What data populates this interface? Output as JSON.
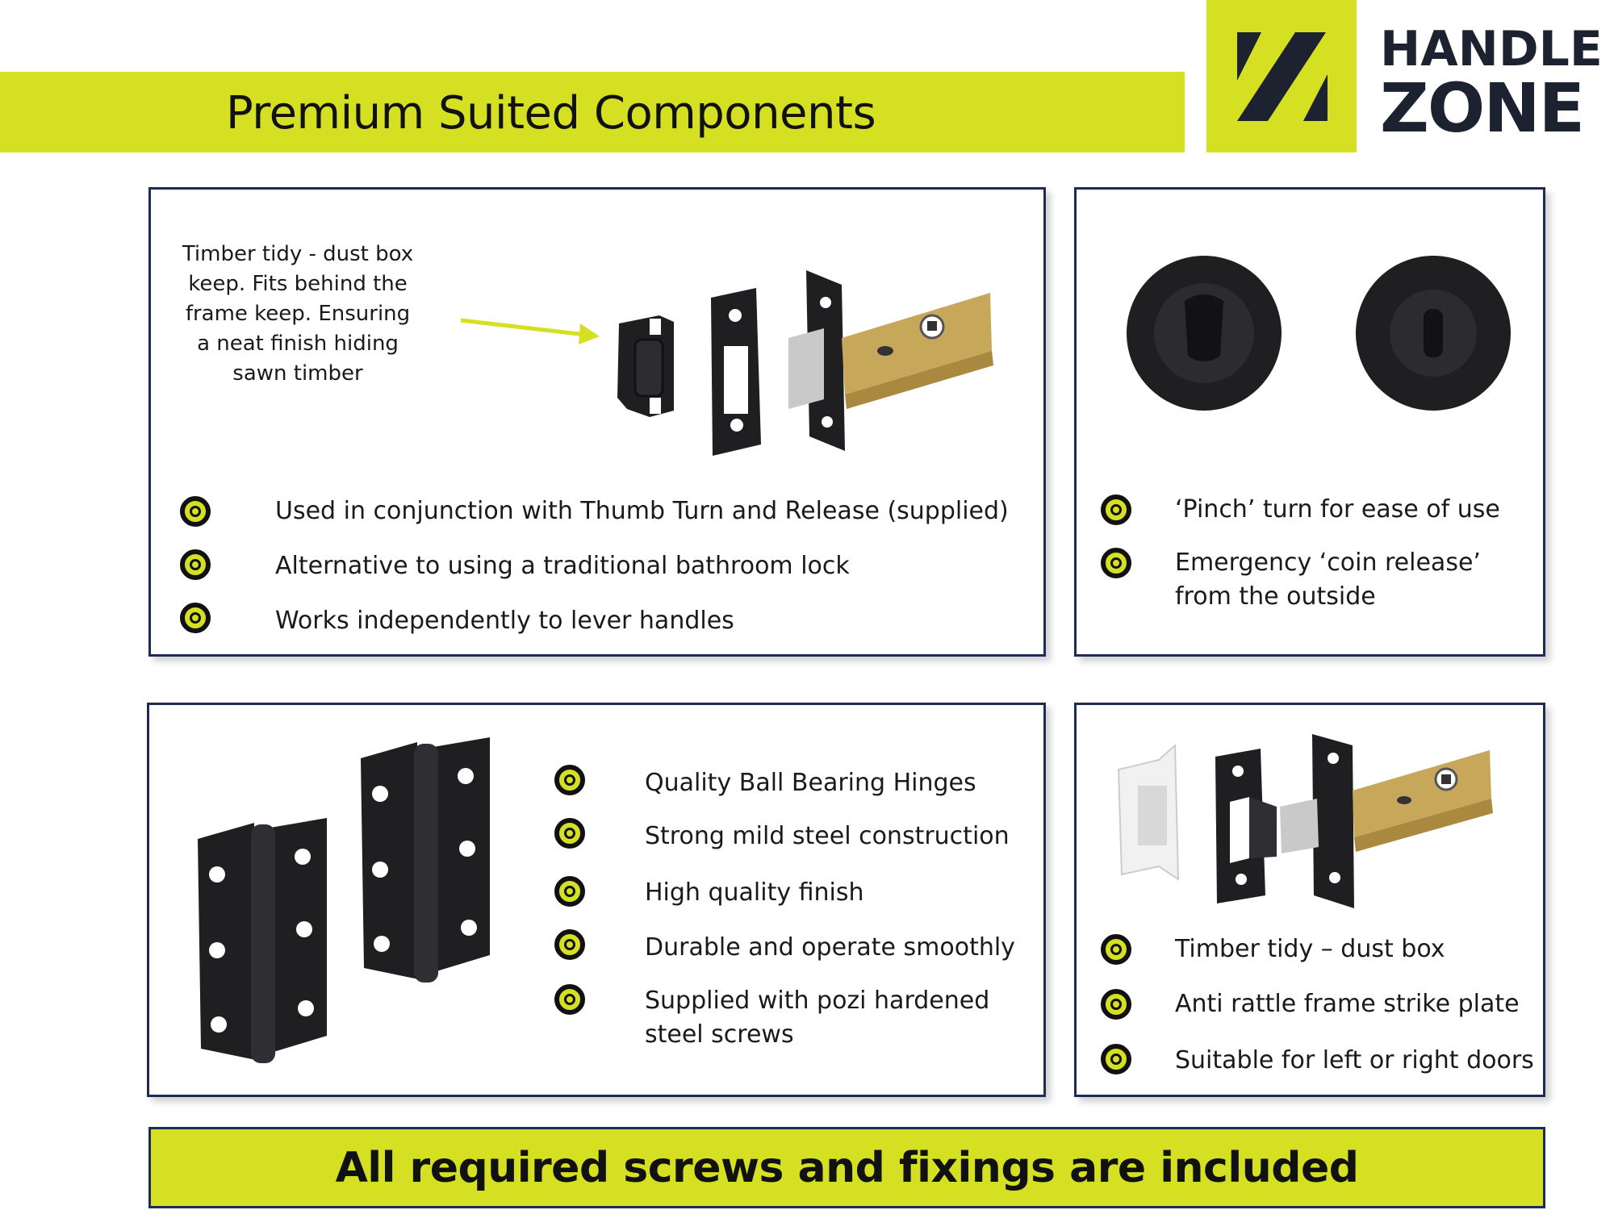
{
  "header": {
    "title": "Premium Suited Components",
    "logo": {
      "line1": "HANDLE",
      "line2": "ZONE",
      "mark_icon": "zone-z-logo-icon"
    }
  },
  "colors": {
    "accent": "#d4e021",
    "navy": "#1e2c55",
    "hardware": "#1f1f22",
    "brass": "#c7a85a"
  },
  "panels": {
    "bathroom_deadbolt": {
      "note": "Timber tidy - dust box keep. Fits behind the frame keep. Ensuring a neat finish hiding sawn timber",
      "bullets": [
        "Used in conjunction with Thumb Turn and Release (supplied)",
        "Alternative to using a traditional bathroom lock",
        "Works independently to lever handles"
      ]
    },
    "thumb_turn": {
      "bullets": [
        "‘Pinch’ turn for ease of use",
        "Emergency ‘coin release’ from the outside"
      ]
    },
    "hinges": {
      "bullets": [
        "Quality Ball Bearing Hinges",
        "Strong mild steel construction",
        "High quality finish",
        "Durable and operate smoothly",
        "Supplied with pozi hardened steel screws"
      ]
    },
    "tubular_latch": {
      "bullets": [
        "Timber tidy – dust box",
        "Anti rattle frame strike plate",
        "Suitable for left or right doors"
      ]
    }
  },
  "footer": {
    "text": "All required screws and fixings are included"
  }
}
